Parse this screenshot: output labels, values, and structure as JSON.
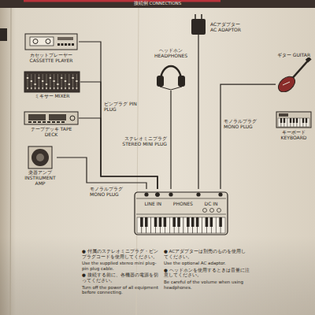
{
  "diagram": {
    "title": "接続例 CONNECTIONS",
    "nodes": [
      {
        "text": [
          "カセットプレーヤー CASSETTE PLAYER"
        ]
      },
      {
        "text": [
          "ミキサー MIXER"
        ]
      },
      {
        "text": [
          "テープデッキ TAPE DECK"
        ]
      },
      {
        "text": [
          "楽器アンプ INSTRUMENT AMP"
        ]
      },
      {
        "text": [
          "ヘッドホン HEADPHONES"
        ]
      },
      {
        "text": [
          "ACアダプター AC ADAPTOR"
        ]
      },
      {
        "text": [
          "ギター GUITAR"
        ]
      },
      {
        "text": [
          "キーボード KEYBOARD"
        ]
      },
      {
        "text": [
          "LINE IN",
          "PHONES",
          "DC IN"
        ]
      }
    ],
    "edges": [
      {
        "from": 0,
        "to": 8,
        "arrow": "none"
      },
      {
        "from": 1,
        "to": 8,
        "arrow": "none"
      },
      {
        "from": 2,
        "to": 8,
        "arrow": "none"
      },
      {
        "from": 3,
        "to": 8,
        "arrow": "none"
      },
      {
        "from": 4,
        "to": 8,
        "arrow": "none"
      },
      {
        "from": 5,
        "to": 8,
        "arrow": "none"
      },
      {
        "from": 6,
        "to": 8,
        "arrow": "none"
      }
    ],
    "labels": [
      "ピンプラグ PIN PLUG",
      "モノラルプラグ MONO PLUG",
      "ステレオミニプラグ STEREO MINI PLUG",
      "モノラルプラグ MONO PLUG",
      "● 付属のステレオミニプラグ・ピンプラグコードを使用してください。",
      "Use the supplied stereo mini plug-pin plug cable.",
      "● ACアダプターは別売のものを使用してください。",
      "Use the optional AC adaptor.",
      "● 接続する前に、各機器の電源を切ってください。",
      "Turn off the power of all equipment before connecting.",
      "● ヘッドホンを使用するときは音量に注意してください。",
      "Be careful of the volume when using headphones."
    ]
  }
}
